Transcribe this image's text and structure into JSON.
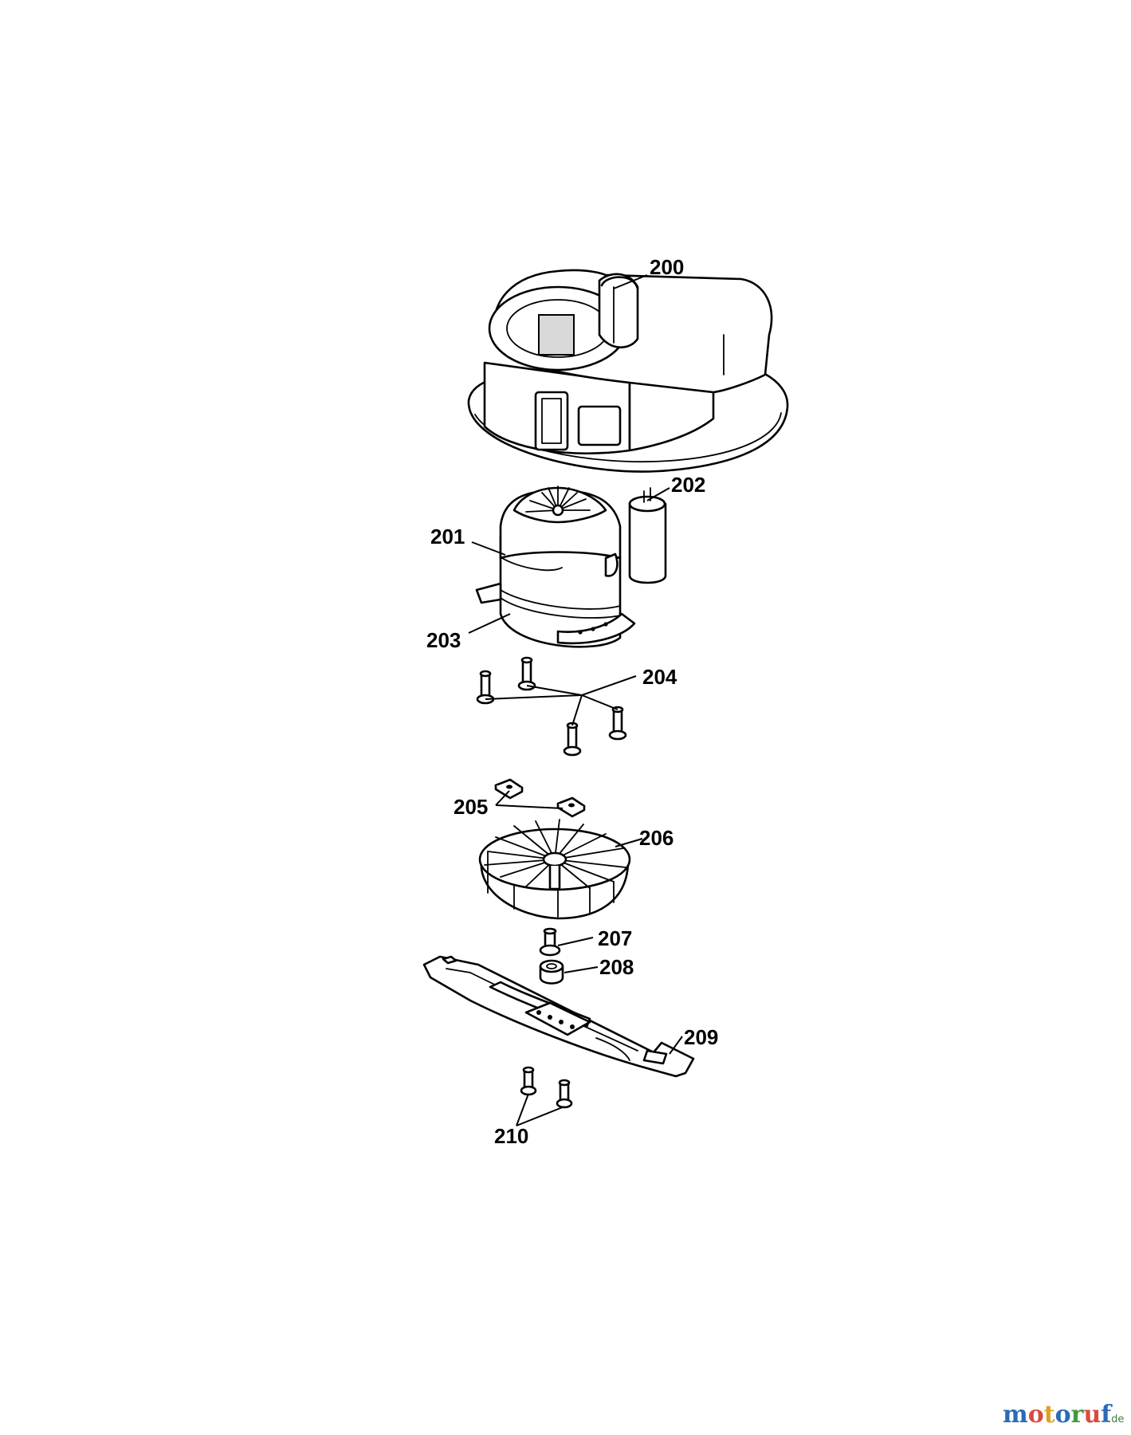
{
  "diagram": {
    "parts": [
      {
        "id": "p200",
        "number": "200",
        "name": "fan-housing"
      },
      {
        "id": "p201",
        "number": "201",
        "name": "motor"
      },
      {
        "id": "p202",
        "number": "202",
        "name": "capacitor"
      },
      {
        "id": "p203",
        "number": "203",
        "name": "motor-mount-plate"
      },
      {
        "id": "p204",
        "number": "204",
        "name": "motor-screws"
      },
      {
        "id": "p205",
        "number": "205",
        "name": "nuts"
      },
      {
        "id": "p206",
        "number": "206",
        "name": "fan-impeller"
      },
      {
        "id": "p207",
        "number": "207",
        "name": "blade-bolt"
      },
      {
        "id": "p208",
        "number": "208",
        "name": "spacer-washer"
      },
      {
        "id": "p209",
        "number": "209",
        "name": "cutting-blade"
      },
      {
        "id": "p210",
        "number": "210",
        "name": "blade-screws"
      }
    ]
  },
  "watermark": {
    "letters": [
      "m",
      "o",
      "t",
      "o",
      "r",
      "u",
      "f"
    ],
    "letter_colors": [
      "#2a6bb5",
      "#d94b3f",
      "#e0a020",
      "#2a6bb5",
      "#3f9a3f",
      "#d94b3f",
      "#2a6bb5"
    ],
    "suffix": ".de"
  }
}
